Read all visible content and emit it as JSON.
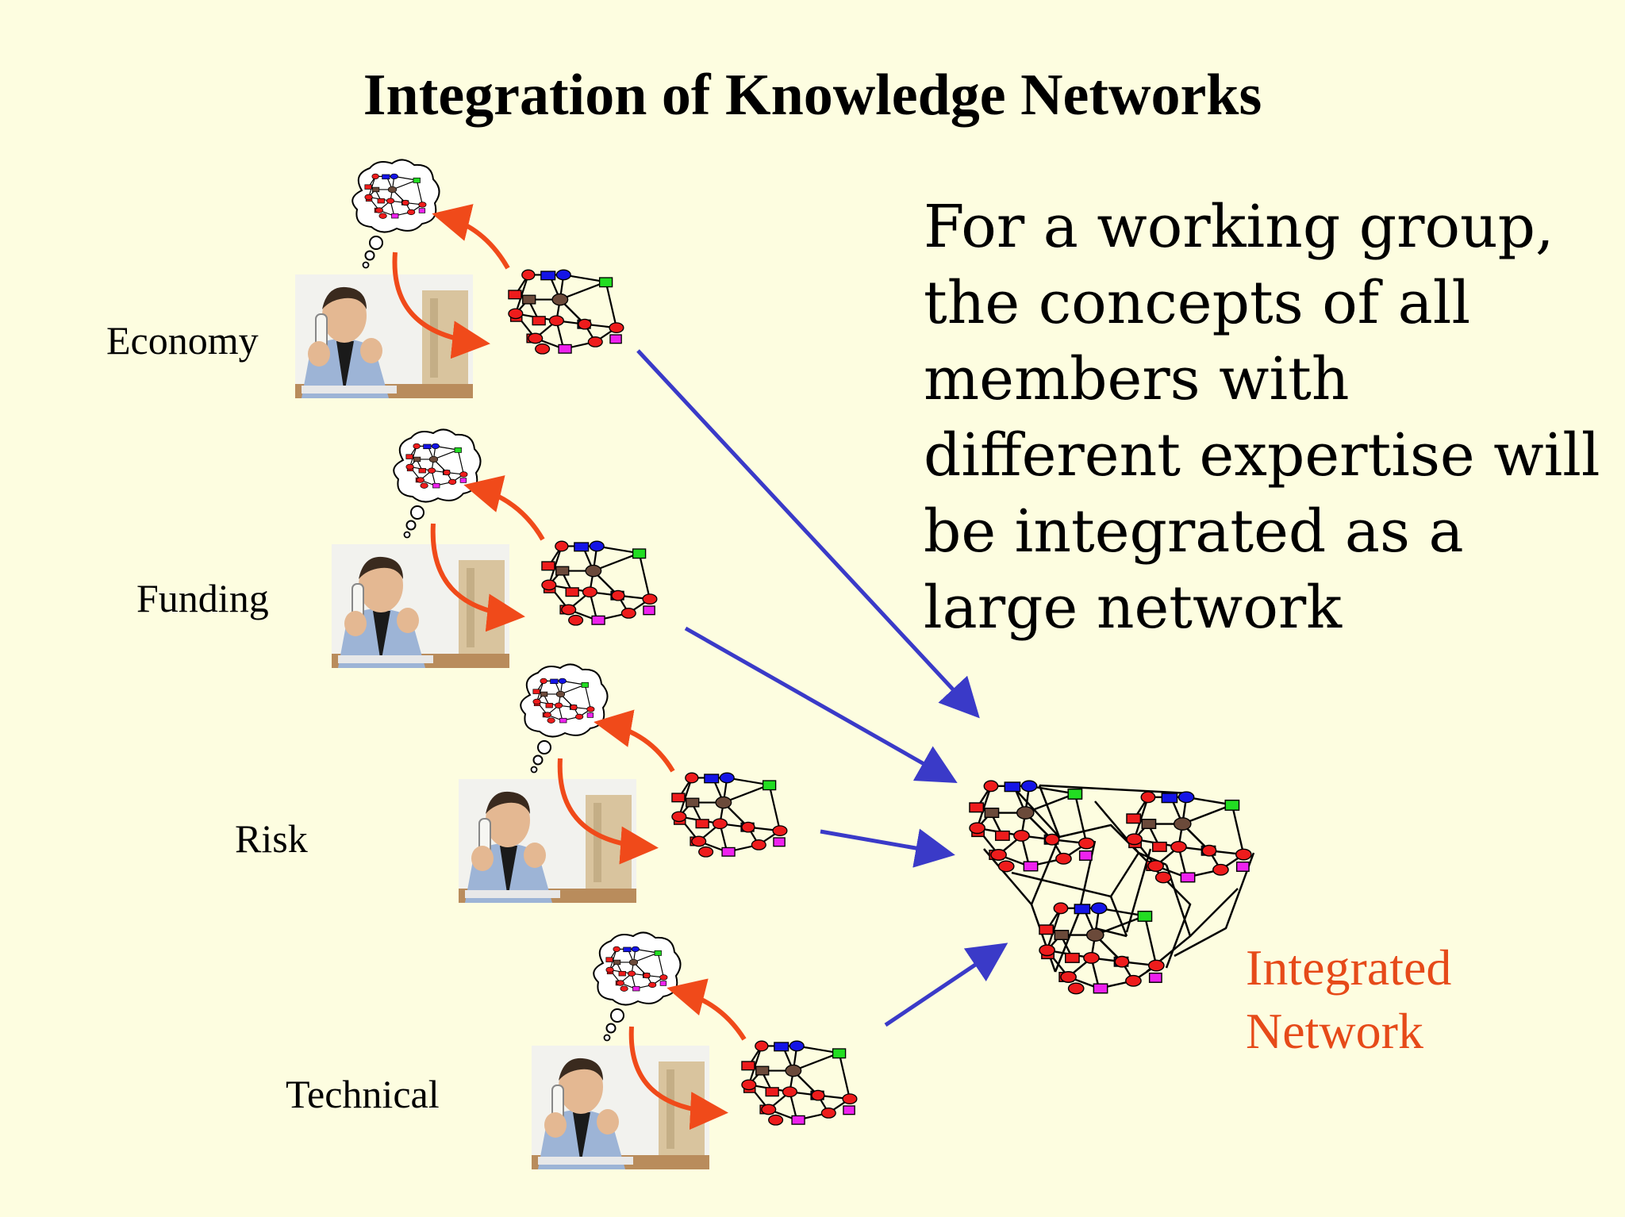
{
  "title": "Integration of Knowledge Networks",
  "roles": [
    {
      "label": "Economy"
    },
    {
      "label": "Funding"
    },
    {
      "label": "Risk"
    },
    {
      "label": "Technical"
    }
  ],
  "description_lines": [
    "For a working group,",
    "the concepts of all",
    "members with",
    "different expertise will",
    "be integrated as a",
    "large network"
  ],
  "integrated_label": [
    "Integrated",
    "Network"
  ],
  "colors": {
    "background": "#fdfde0",
    "node_red": "#ee1c1c",
    "node_blue": "#1414e6",
    "node_green": "#22dd22",
    "node_brown": "#6b4a3a",
    "node_navy": "#141450",
    "node_magenta": "#ee22ee",
    "arrow_orange": "#f04a1a",
    "arrow_blue": "#3a3ac8",
    "label_orange": "#e64a19"
  },
  "icons": [
    "person-at-computer-icon",
    "thought-bubble-icon",
    "concept-network-icon",
    "integrated-network-icon"
  ]
}
